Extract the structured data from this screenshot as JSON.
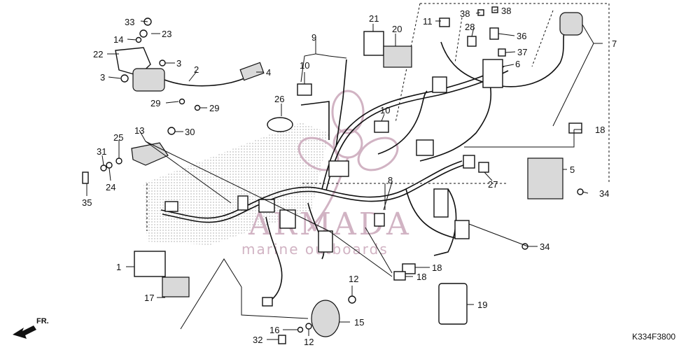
{
  "diagram_code": "K334F3800",
  "direction_label": "FR.",
  "watermark": {
    "brand": "ARMADA",
    "tagline": "marine outboards",
    "color": "#c9a6b9"
  },
  "callouts": [
    {
      "id": "c1",
      "text": "1"
    },
    {
      "id": "c2",
      "text": "2"
    },
    {
      "id": "c3a",
      "text": "3"
    },
    {
      "id": "c3b",
      "text": "3"
    },
    {
      "id": "c4",
      "text": "4"
    },
    {
      "id": "c5",
      "text": "5"
    },
    {
      "id": "c6",
      "text": "6"
    },
    {
      "id": "c7",
      "text": "7"
    },
    {
      "id": "c8",
      "text": "8"
    },
    {
      "id": "c9",
      "text": "9"
    },
    {
      "id": "c10a",
      "text": "10"
    },
    {
      "id": "c10b",
      "text": "10"
    },
    {
      "id": "c11",
      "text": "11"
    },
    {
      "id": "c12a",
      "text": "12"
    },
    {
      "id": "c12b",
      "text": "12"
    },
    {
      "id": "c13",
      "text": "13"
    },
    {
      "id": "c14",
      "text": "14"
    },
    {
      "id": "c15",
      "text": "15"
    },
    {
      "id": "c16",
      "text": "16"
    },
    {
      "id": "c17",
      "text": "17"
    },
    {
      "id": "c18a",
      "text": "18"
    },
    {
      "id": "c18b",
      "text": "18"
    },
    {
      "id": "c18c",
      "text": "18"
    },
    {
      "id": "c19",
      "text": "19"
    },
    {
      "id": "c20",
      "text": "20"
    },
    {
      "id": "c21",
      "text": "21"
    },
    {
      "id": "c22",
      "text": "22"
    },
    {
      "id": "c23",
      "text": "23"
    },
    {
      "id": "c24",
      "text": "24"
    },
    {
      "id": "c25",
      "text": "25"
    },
    {
      "id": "c26",
      "text": "26"
    },
    {
      "id": "c27",
      "text": "27"
    },
    {
      "id": "c28",
      "text": "28"
    },
    {
      "id": "c29a",
      "text": "29"
    },
    {
      "id": "c29b",
      "text": "29"
    },
    {
      "id": "c30",
      "text": "30"
    },
    {
      "id": "c31",
      "text": "31"
    },
    {
      "id": "c32",
      "text": "32"
    },
    {
      "id": "c33",
      "text": "33"
    },
    {
      "id": "c34a",
      "text": "34"
    },
    {
      "id": "c34b",
      "text": "34"
    },
    {
      "id": "c35",
      "text": "35"
    },
    {
      "id": "c36",
      "text": "36"
    },
    {
      "id": "c37",
      "text": "37"
    },
    {
      "id": "c38a",
      "text": "38"
    },
    {
      "id": "c38b",
      "text": "38"
    }
  ]
}
